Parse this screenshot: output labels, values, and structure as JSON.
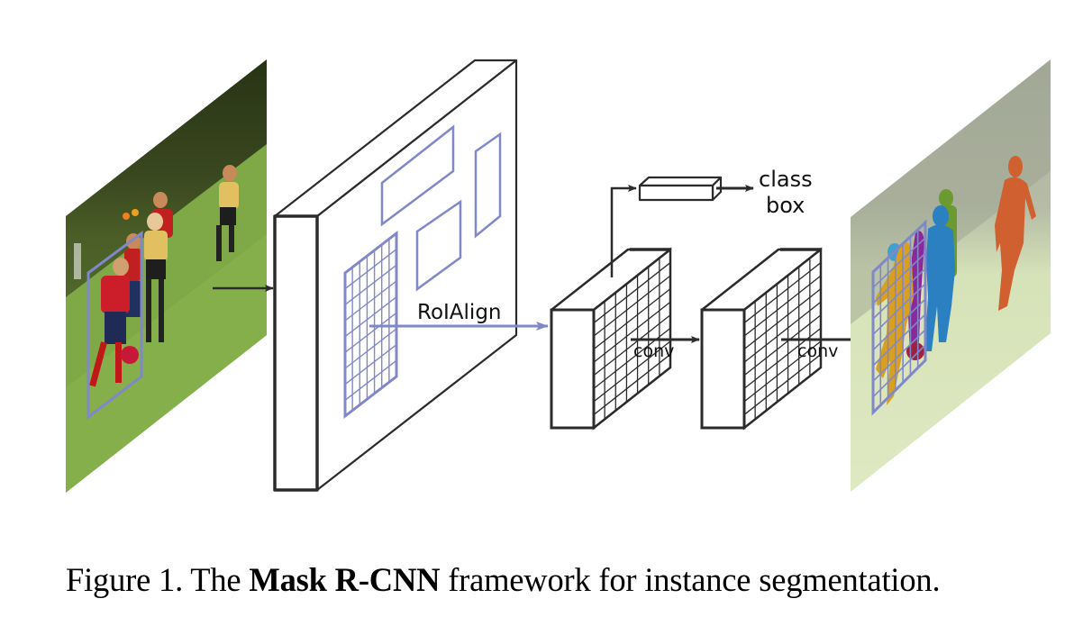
{
  "figure": {
    "title": "Mask R-CNN framework diagram",
    "input_image": {
      "description": "Photo of children playing soccer on grass",
      "detection_box_color": "#8088c8"
    },
    "backbone": {
      "roi_boxes": 4,
      "roi_grid": {
        "columns": 7,
        "rows": 9
      }
    },
    "labels": {
      "roialign": "RoIAlign",
      "conv1": "conv",
      "conv2": "conv",
      "class": "class",
      "box": "box"
    },
    "heads": {
      "conv_blocks": 2,
      "block_grid": {
        "columns": 7,
        "rows": 9
      }
    },
    "output_image": {
      "description": "Segmented players with colored masks",
      "mask_colors": [
        "#d8a020",
        "#8a2a9a",
        "#a02040",
        "#2a80c0",
        "#6a9a30",
        "#d06030",
        "#40a0d0"
      ]
    },
    "colors": {
      "line": "#2b2b2b",
      "roi": "#8088c8"
    }
  },
  "caption": {
    "prefix": "Figure 1. The ",
    "bold": "Mask R-CNN",
    "suffix": " framework for instance segmentation."
  }
}
